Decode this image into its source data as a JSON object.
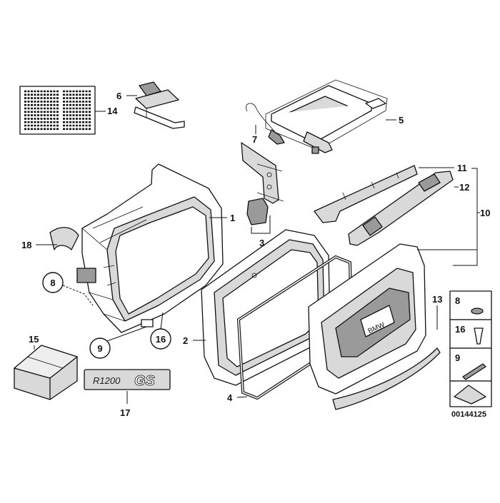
{
  "labels": {
    "l1": "1",
    "l2": "2",
    "l3": "3",
    "l4": "4",
    "l5": "5",
    "l6": "6",
    "l7": "7",
    "l8": "8",
    "l9": "9",
    "l10": "10",
    "l11": "11",
    "l12": "12",
    "l13": "13",
    "l14": "14",
    "l15": "15",
    "l16": "16",
    "l17": "17",
    "l18": "18"
  },
  "legend": {
    "i8": "8",
    "i16": "16",
    "i9": "9"
  },
  "decal_model": "R1200",
  "decal_gs": "GS",
  "lid_brand": "BMW",
  "catalog_number": "00144125"
}
